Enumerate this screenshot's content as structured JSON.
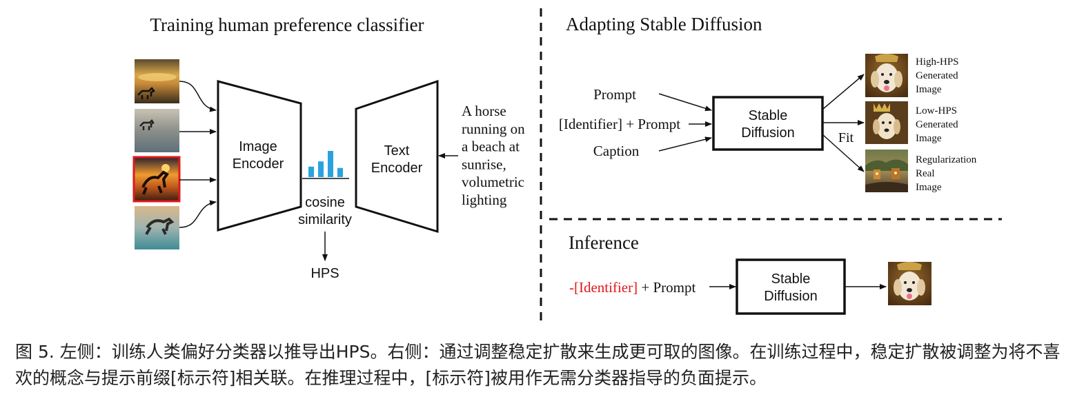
{
  "left": {
    "title": "Training human preference classifier",
    "image_encoder": [
      "Image",
      "Encoder"
    ],
    "text_encoder": [
      "Text",
      "Encoder"
    ],
    "similarity": [
      "cosine",
      "similarity"
    ],
    "score": "HPS",
    "bar_values": [
      0.4,
      0.6,
      1.0,
      0.35
    ],
    "bar_color": "#29a3e0",
    "prompt_lines": [
      "A horse",
      "running on",
      "a beach at",
      "sunrise,",
      "volumetric",
      "lighting"
    ],
    "selected_color": "#e0181b"
  },
  "adapt": {
    "title": "Adapting Stable Diffusion",
    "inputs": [
      "Prompt",
      "[Identifier] + Prompt",
      "Caption"
    ],
    "model": [
      "Stable",
      "Diffusion"
    ],
    "fit": "Fit",
    "outputs": [
      [
        "High-HPS",
        "Generated",
        "Image"
      ],
      [
        "Low-HPS",
        "Generated",
        "Image"
      ],
      [
        "Regularization",
        "Real",
        "Image"
      ]
    ]
  },
  "inference": {
    "title": "Inference",
    "identifier": "-[Identifier]",
    "prompt_suffix": " + Prompt",
    "identifier_color": "#e0181b",
    "model": [
      "Stable",
      "Diffusion"
    ]
  },
  "caption": "图 5. 左侧：训练人类偏好分类器以推导出HPS。右侧：通过调整稳定扩散来生成更可取的图像。在训练过程中，稳定扩散被调整为将不喜欢的概念与提示前缀[标示符]相关联。在推理过程中，[标示符]被用作无需分类器指导的负面提示。"
}
